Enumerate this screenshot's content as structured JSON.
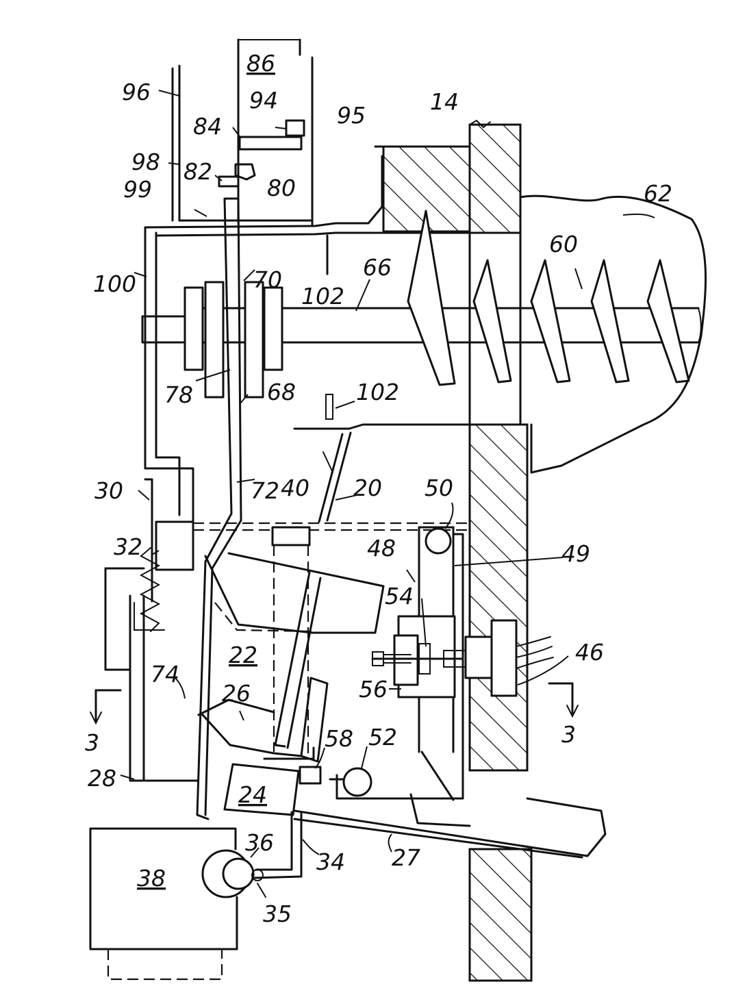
{
  "figure": {
    "labels": [
      {
        "id": "86",
        "text": "86",
        "underlined": true
      },
      {
        "id": "96",
        "text": "96"
      },
      {
        "id": "94",
        "text": "94"
      },
      {
        "id": "95",
        "text": "95"
      },
      {
        "id": "84",
        "text": "84"
      },
      {
        "id": "14",
        "text": "14"
      },
      {
        "id": "98",
        "text": "98"
      },
      {
        "id": "82",
        "text": "82"
      },
      {
        "id": "80",
        "text": "80"
      },
      {
        "id": "99",
        "text": "99"
      },
      {
        "id": "62",
        "text": "62"
      },
      {
        "id": "60",
        "text": "60"
      },
      {
        "id": "100",
        "text": "100"
      },
      {
        "id": "70",
        "text": "70"
      },
      {
        "id": "66",
        "text": "66"
      },
      {
        "id": "102a",
        "text": "102"
      },
      {
        "id": "78",
        "text": "78"
      },
      {
        "id": "68",
        "text": "68"
      },
      {
        "id": "102b",
        "text": "102"
      },
      {
        "id": "72",
        "text": "72"
      },
      {
        "id": "40",
        "text": "40"
      },
      {
        "id": "20",
        "text": "20"
      },
      {
        "id": "50",
        "text": "50"
      },
      {
        "id": "30",
        "text": "30"
      },
      {
        "id": "32",
        "text": "32"
      },
      {
        "id": "48",
        "text": "48"
      },
      {
        "id": "49",
        "text": "49"
      },
      {
        "id": "54",
        "text": "54"
      },
      {
        "id": "22",
        "text": "22",
        "underlined": true
      },
      {
        "id": "46",
        "text": "46"
      },
      {
        "id": "74",
        "text": "74"
      },
      {
        "id": "26",
        "text": "26"
      },
      {
        "id": "56",
        "text": "56"
      },
      {
        "id": "3a",
        "text": "3"
      },
      {
        "id": "3b",
        "text": "3"
      },
      {
        "id": "58",
        "text": "58"
      },
      {
        "id": "52",
        "text": "52"
      },
      {
        "id": "28",
        "text": "28"
      },
      {
        "id": "24",
        "text": "24",
        "underlined": true
      },
      {
        "id": "36",
        "text": "36"
      },
      {
        "id": "34",
        "text": "34"
      },
      {
        "id": "27",
        "text": "27"
      },
      {
        "id": "38",
        "text": "38",
        "underlined": true
      },
      {
        "id": "35",
        "text": "35"
      }
    ]
  }
}
